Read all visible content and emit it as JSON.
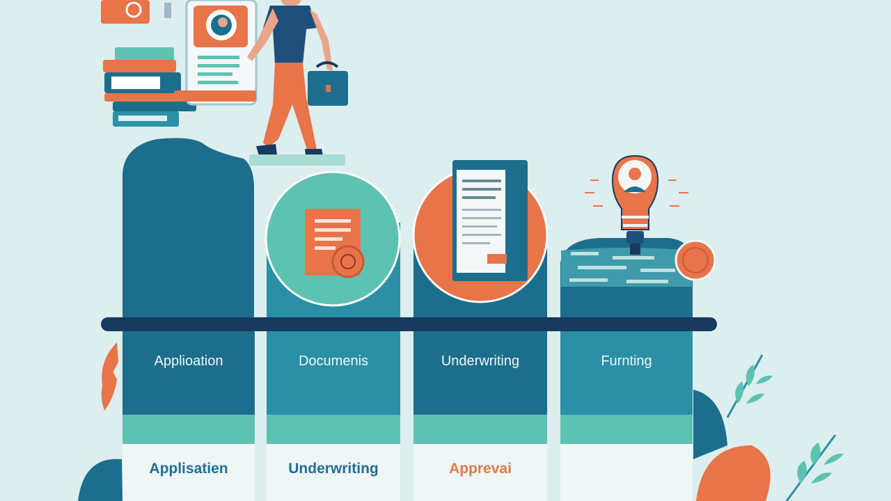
{
  "columns": [
    {
      "top_label": "Applioation",
      "bottom_label": "Applisatien"
    },
    {
      "top_label": "Documenis",
      "bottom_label": "Underwriting"
    },
    {
      "top_label": "Underwriting",
      "bottom_label": "Apprevai"
    },
    {
      "top_label": "Furnting",
      "bottom_label": ""
    }
  ],
  "colors": {
    "background": "#dceeee",
    "teal_dark": "#1d6e8c",
    "teal_mid": "#2b8fa6",
    "teal_light": "#5ec2b3",
    "orange": "#e8744a",
    "navy": "#173a5e",
    "label_blue": "#1f6f96",
    "label_orange": "#e07a47"
  },
  "icons": [
    "person-walking-icon",
    "briefcase-icon",
    "document-stack-icon",
    "book-stack-icon",
    "document-circle-icon",
    "paper-sheet-circle-icon",
    "lightbulb-person-icon",
    "coin-icon",
    "leaf-icon"
  ]
}
